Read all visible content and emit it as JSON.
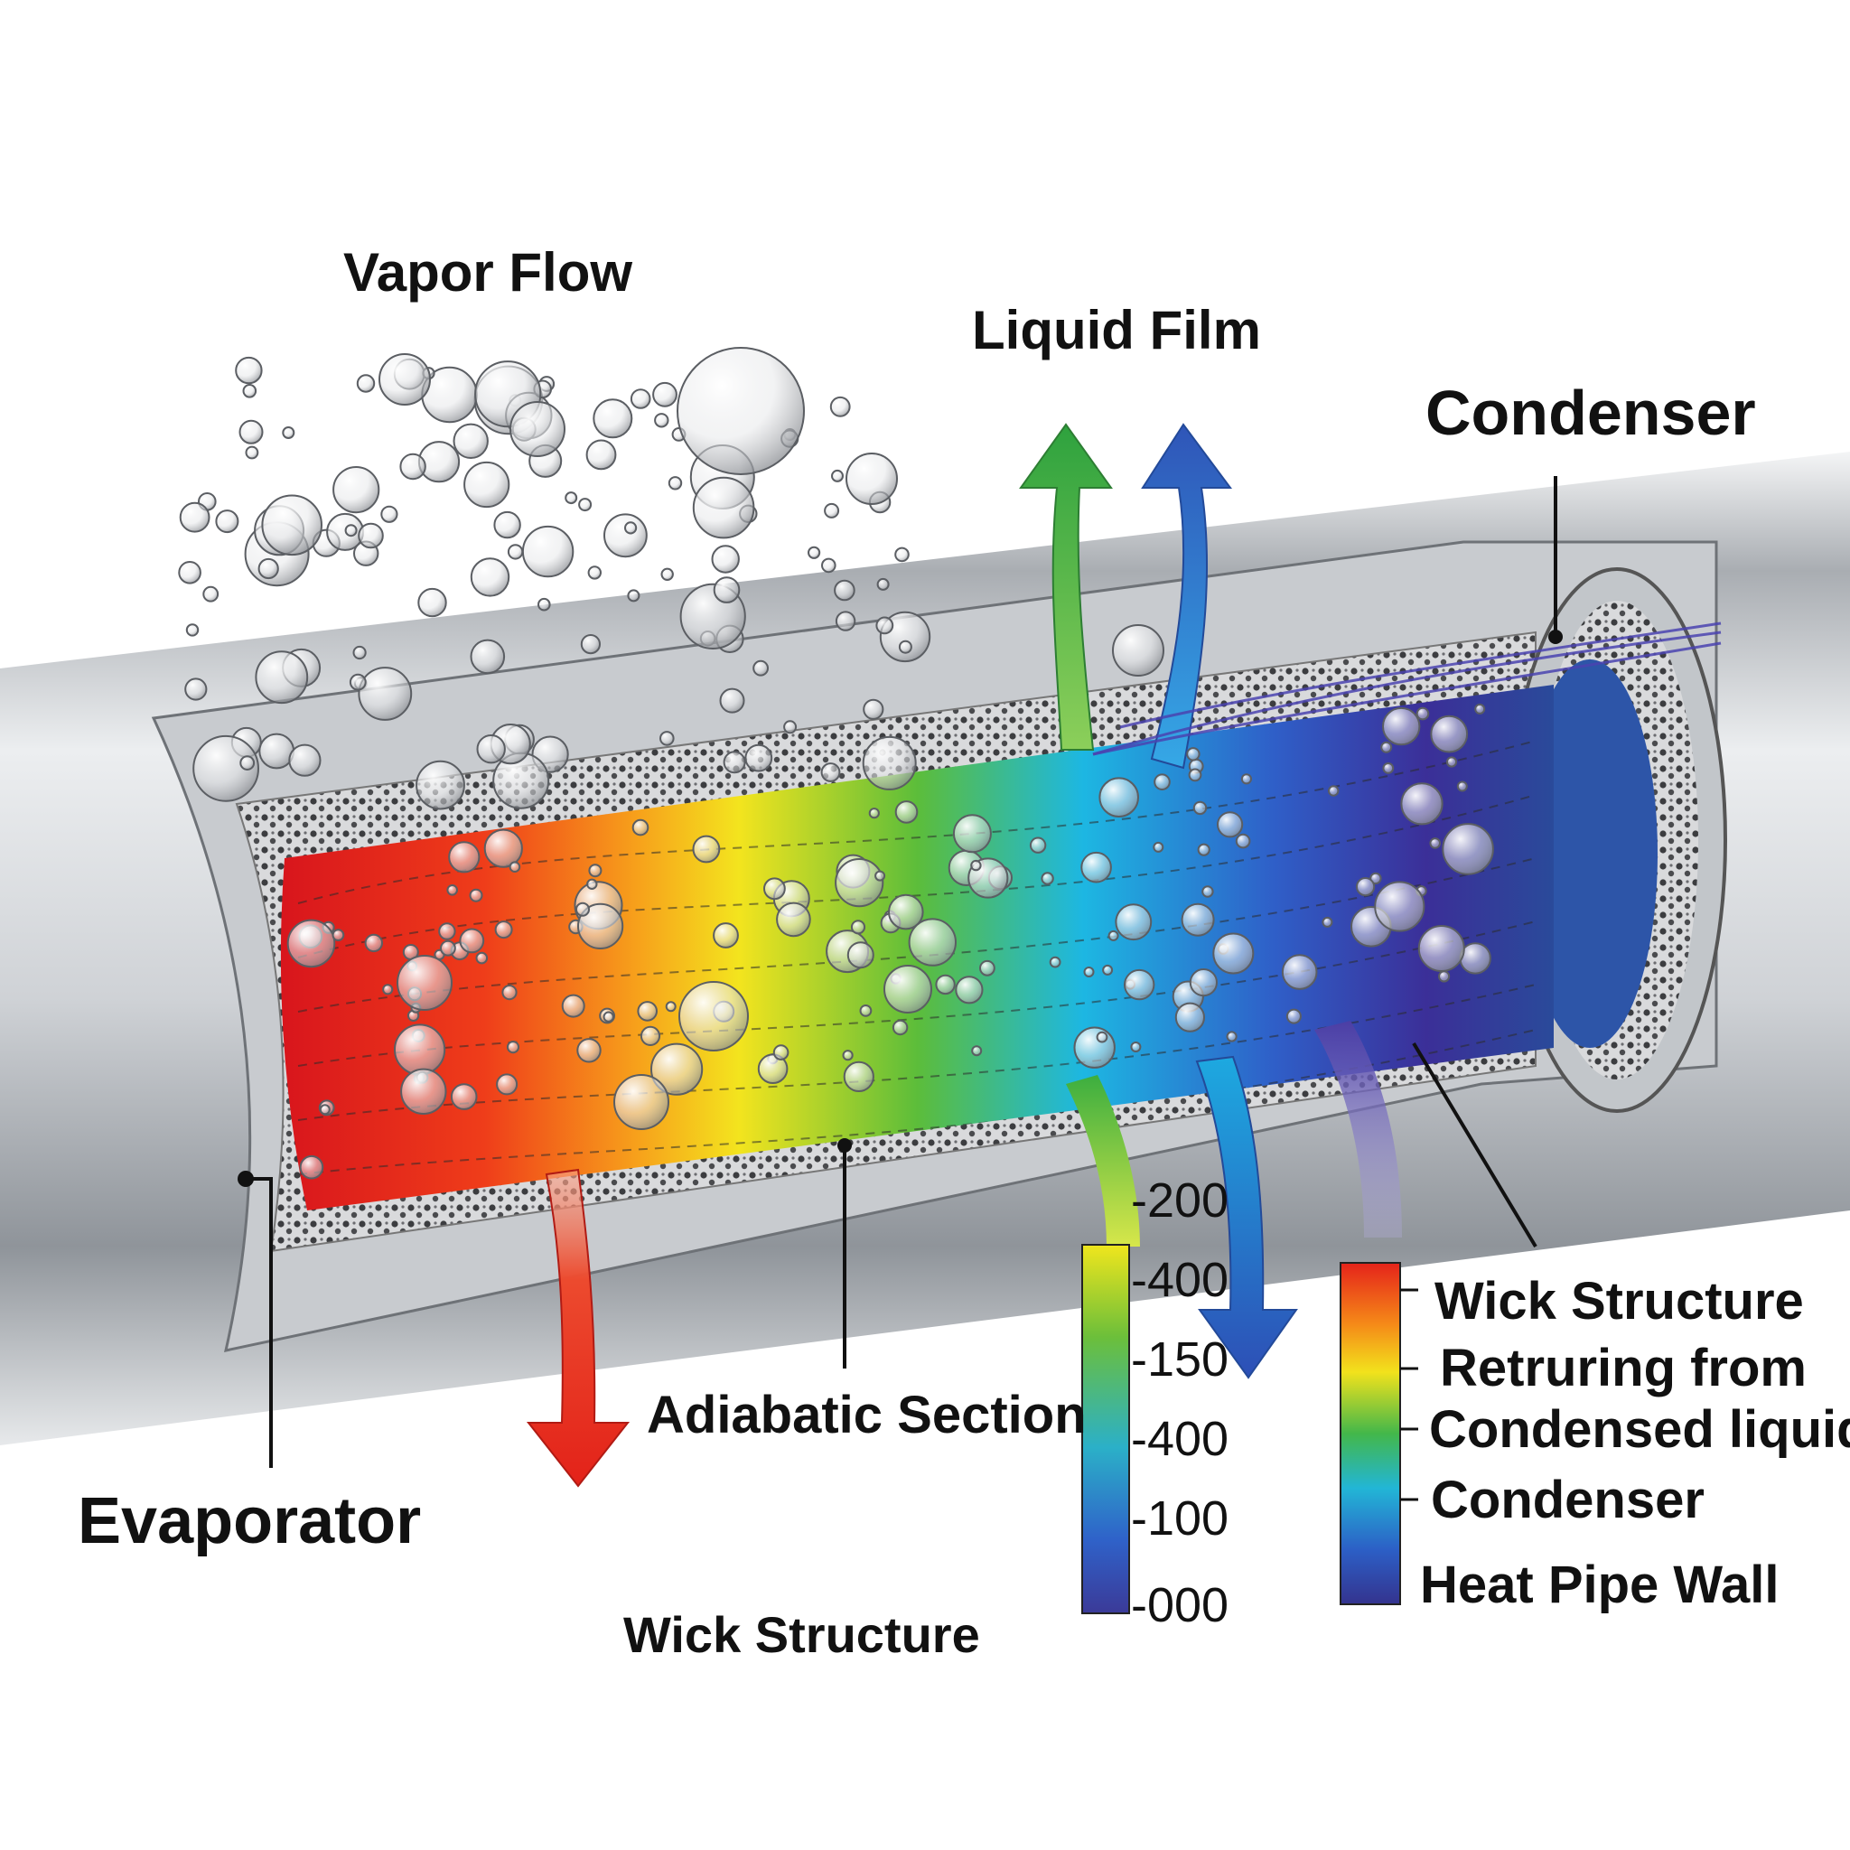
{
  "labels": {
    "vapor_flow": "Vapor Flow",
    "liquid_film": "Liquid Film",
    "condenser": "Condenser",
    "adiabatic_section": "Adiabatic Section",
    "evaporator": "Evaporator",
    "wick_structure": "Wick Structure"
  },
  "scale_ticks": [
    "-200",
    "-400",
    "-150",
    "-400",
    "-100",
    "-000"
  ],
  "legend": {
    "items": [
      "Wick Structure",
      "Retruring from",
      "Condensed liquid",
      "Condenser",
      "Heat Pipe Wall"
    ]
  },
  "colors": {
    "hot": "#e3221b",
    "orange": "#f47a14",
    "yellow": "#f2e21c",
    "green": "#3fb63c",
    "cyan": "#1bb4e4",
    "blue": "#2a5cc4",
    "violet": "#3a2f96",
    "pipe": "#c9ccd0"
  }
}
